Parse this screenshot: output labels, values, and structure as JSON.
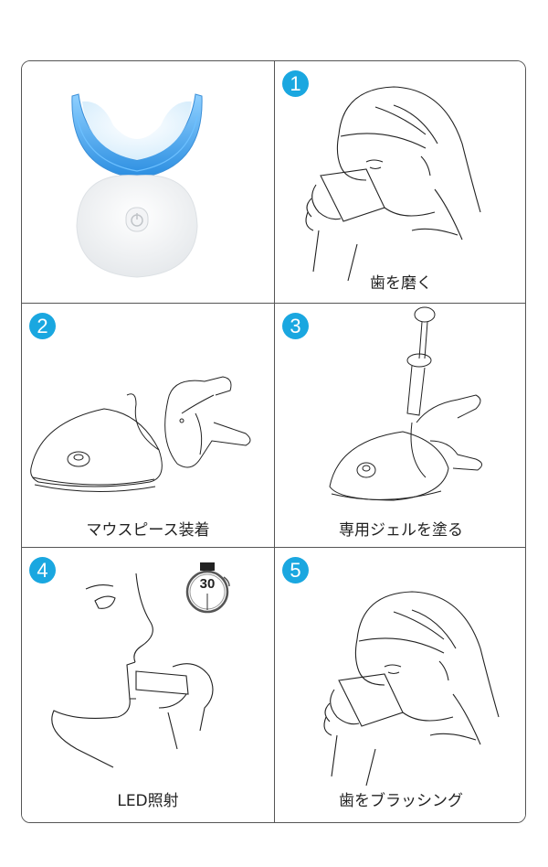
{
  "panels": [
    {
      "id": "product",
      "step": null,
      "caption": null,
      "illustration": "teeth-whitening-device-image"
    },
    {
      "id": "step1",
      "step": "1",
      "caption": "歯を磨く",
      "illustration": "woman-drinking-cup-icon"
    },
    {
      "id": "step2",
      "step": "2",
      "caption": "マウスピース装着",
      "illustration": "mouthpiece-attach-icon"
    },
    {
      "id": "step3",
      "step": "3",
      "caption": "専用ジェルを塗る",
      "illustration": "gel-syringe-icon"
    },
    {
      "id": "step4",
      "step": "4",
      "caption": "LED照射",
      "illustration": "led-mouthpiece-use-icon",
      "timer_label": "30"
    },
    {
      "id": "step5",
      "step": "5",
      "caption": "歯をブラッシング",
      "illustration": "woman-drinking-cup-icon"
    }
  ],
  "colors": {
    "badge": "#1aa7e0",
    "border": "#555555",
    "device_blue": "#4aa8e8",
    "line_art": "#222222"
  }
}
